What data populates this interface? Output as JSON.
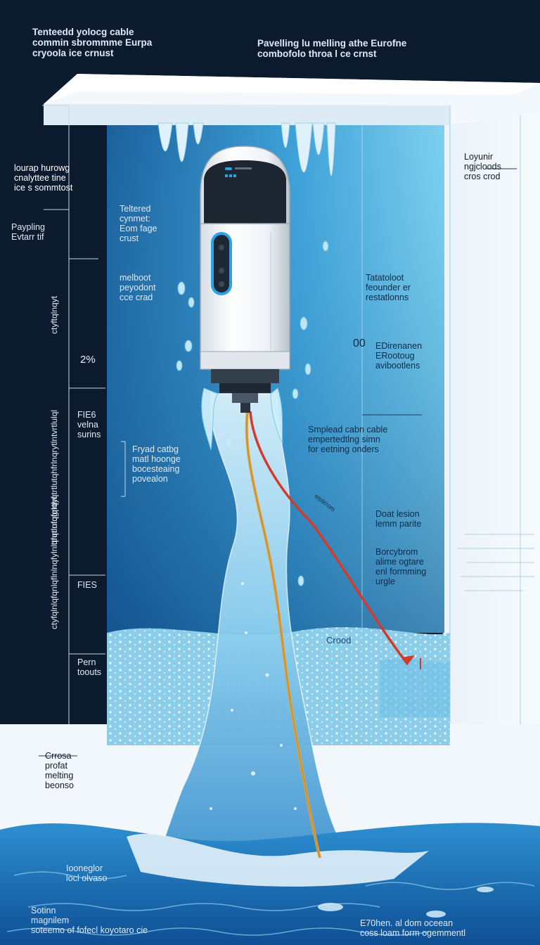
{
  "colors": {
    "background_dark": "#0c1a2e",
    "ice_white": "#eef6fb",
    "deep_blue": "#1a6aa8",
    "light_blue": "#57b8de",
    "ocean_blue": "#1f7cc0",
    "cable_orange": "#e2a23a",
    "cable_red": "#d43a2a",
    "probe_accent": "#2aa3e6"
  },
  "header": {
    "left_title": "Tenteedd yolocg cable\ncommin sbrommme Eurpa\ncryoola ice crnust",
    "center_title": "Pavelling lu melling athe Eurofne\ncombofolo throa l ce crnst"
  },
  "left_panel": {
    "label_ice": "lourap hurowg\ncnalyttee tine\nice s sommtost",
    "label_payload": "Paypling\nEvtarr tif",
    "vertical_1": "ctyftqlnqyt",
    "vertical_2": "ttnrtlutqgrrthqtrtlutqhfrlnqrytlntvrtlulql",
    "vertical_3": "ctyfqlnlqfqnlqflnlnqfylnlqfqrlnfqfqlqyf",
    "percent": "2%",
    "label_fies": "FIE6\nvelna\nsurins",
    "label_fies_2": "FIES",
    "label_pern": "Pern\ntoouts"
  },
  "inner_labels": {
    "tethered": "Teltered\ncynmet:\nEom fage\ncrust",
    "melboot": "melboot\npeyodont\ncce crad",
    "fryad": "Fryad catbg\nmatl hoonge\nbocesteaing\npovealon",
    "tatarboot": "Tatatoloot\nfeounder er\nrestatlonns",
    "double_zero": "00",
    "edirenanen": "EDirenanen\nERootoug\navibootlens",
    "smplead": "Smplead cabn cable\nempertedtlng  simn\nfor eetning onders",
    "small_arrow_label": "elstirrom",
    "doat": "Doat lesion\nlemm parite",
    "borcy": "Borcybrom\nalime ogtare\nenl formming\nurgle",
    "crood": "Crood"
  },
  "right_panel": {
    "label": "Loyunir\nngjcloods\ncros crod"
  },
  "bottom": {
    "crosa": "Crrosa\nprofat\nmelting\nbeonso",
    "lower_left": "Iooneglor\nlocl olvaso",
    "bottom_left": "Sotinn\nmagnilem\nsoteemo of fofecl koyotaro cie",
    "bottom_right": "E70hen. al dom oceean\ncoss loam form ogemmentl"
  }
}
